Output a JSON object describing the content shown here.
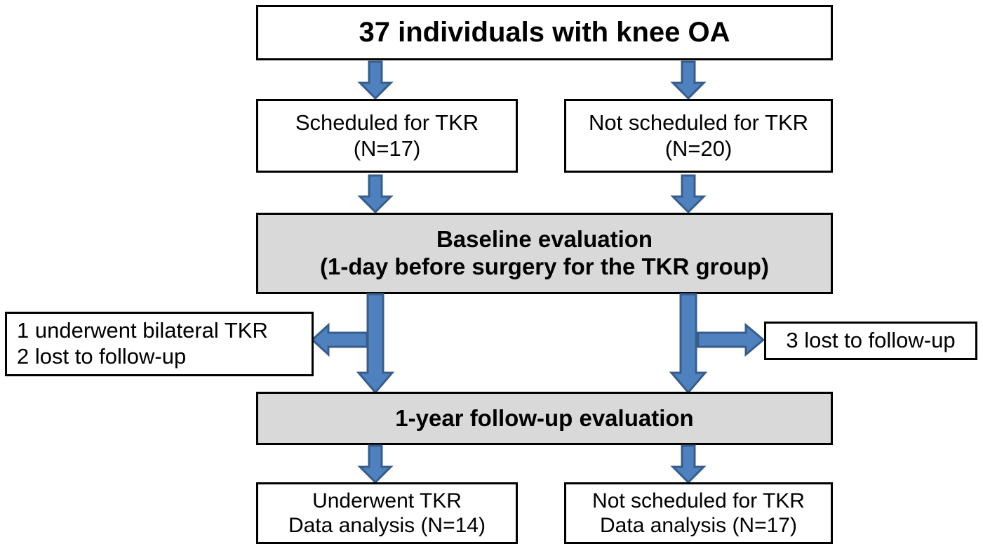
{
  "diagram": {
    "title": "Participant flow diagram for knee OA TKR study",
    "type": "flowchart",
    "colors": {
      "arrow_fill": "#4e81bd",
      "arrow_stroke": "#385d8a",
      "box_border": "#000000",
      "box_fill": "#ffffff",
      "shaded_box_fill": "#d9d9d9",
      "text": "#000000"
    },
    "nodes": {
      "enrollment": {
        "label": "37 individuals with knee OA",
        "bold": true,
        "shaded": false
      },
      "scheduled_tkr": {
        "line1": "Scheduled for TKR",
        "line2": "(N=17)",
        "bold": false,
        "shaded": false
      },
      "not_scheduled_tkr": {
        "line1": "Not scheduled for TKR",
        "line2": "(N=20)",
        "bold": false,
        "shaded": false
      },
      "baseline": {
        "line1": "Baseline evaluation",
        "line2": "(1-day before surgery for the TKR group)",
        "bold": true,
        "shaded": true
      },
      "left_dropout": {
        "line1": "1 underwent bilateral TKR",
        "line2": "2 lost to follow-up",
        "bold": false,
        "shaded": false
      },
      "right_dropout": {
        "line1": "3 lost to follow-up",
        "bold": false,
        "shaded": false
      },
      "followup": {
        "label": "1-year follow-up evaluation",
        "bold": true,
        "shaded": true
      },
      "underwent_tkr": {
        "line1": "Underwent TKR",
        "line2": "Data analysis (N=14)",
        "bold": false,
        "shaded": false
      },
      "not_scheduled_final": {
        "line1": "Not scheduled for TKR",
        "line2": "Data analysis (N=17)",
        "bold": false,
        "shaded": false
      }
    },
    "connectors": [
      {
        "name": "enrollment-to-scheduled",
        "direction": "down"
      },
      {
        "name": "enrollment-to-not-scheduled",
        "direction": "down"
      },
      {
        "name": "scheduled-to-baseline",
        "direction": "down"
      },
      {
        "name": "not-scheduled-to-baseline",
        "direction": "down"
      },
      {
        "name": "baseline-to-followup-left",
        "direction": "down"
      },
      {
        "name": "baseline-to-followup-right",
        "direction": "down"
      },
      {
        "name": "baseline-to-left-dropout",
        "direction": "left"
      },
      {
        "name": "baseline-to-right-dropout",
        "direction": "right"
      },
      {
        "name": "followup-to-underwent-tkr",
        "direction": "down"
      },
      {
        "name": "followup-to-not-scheduled-final",
        "direction": "down"
      }
    ]
  }
}
